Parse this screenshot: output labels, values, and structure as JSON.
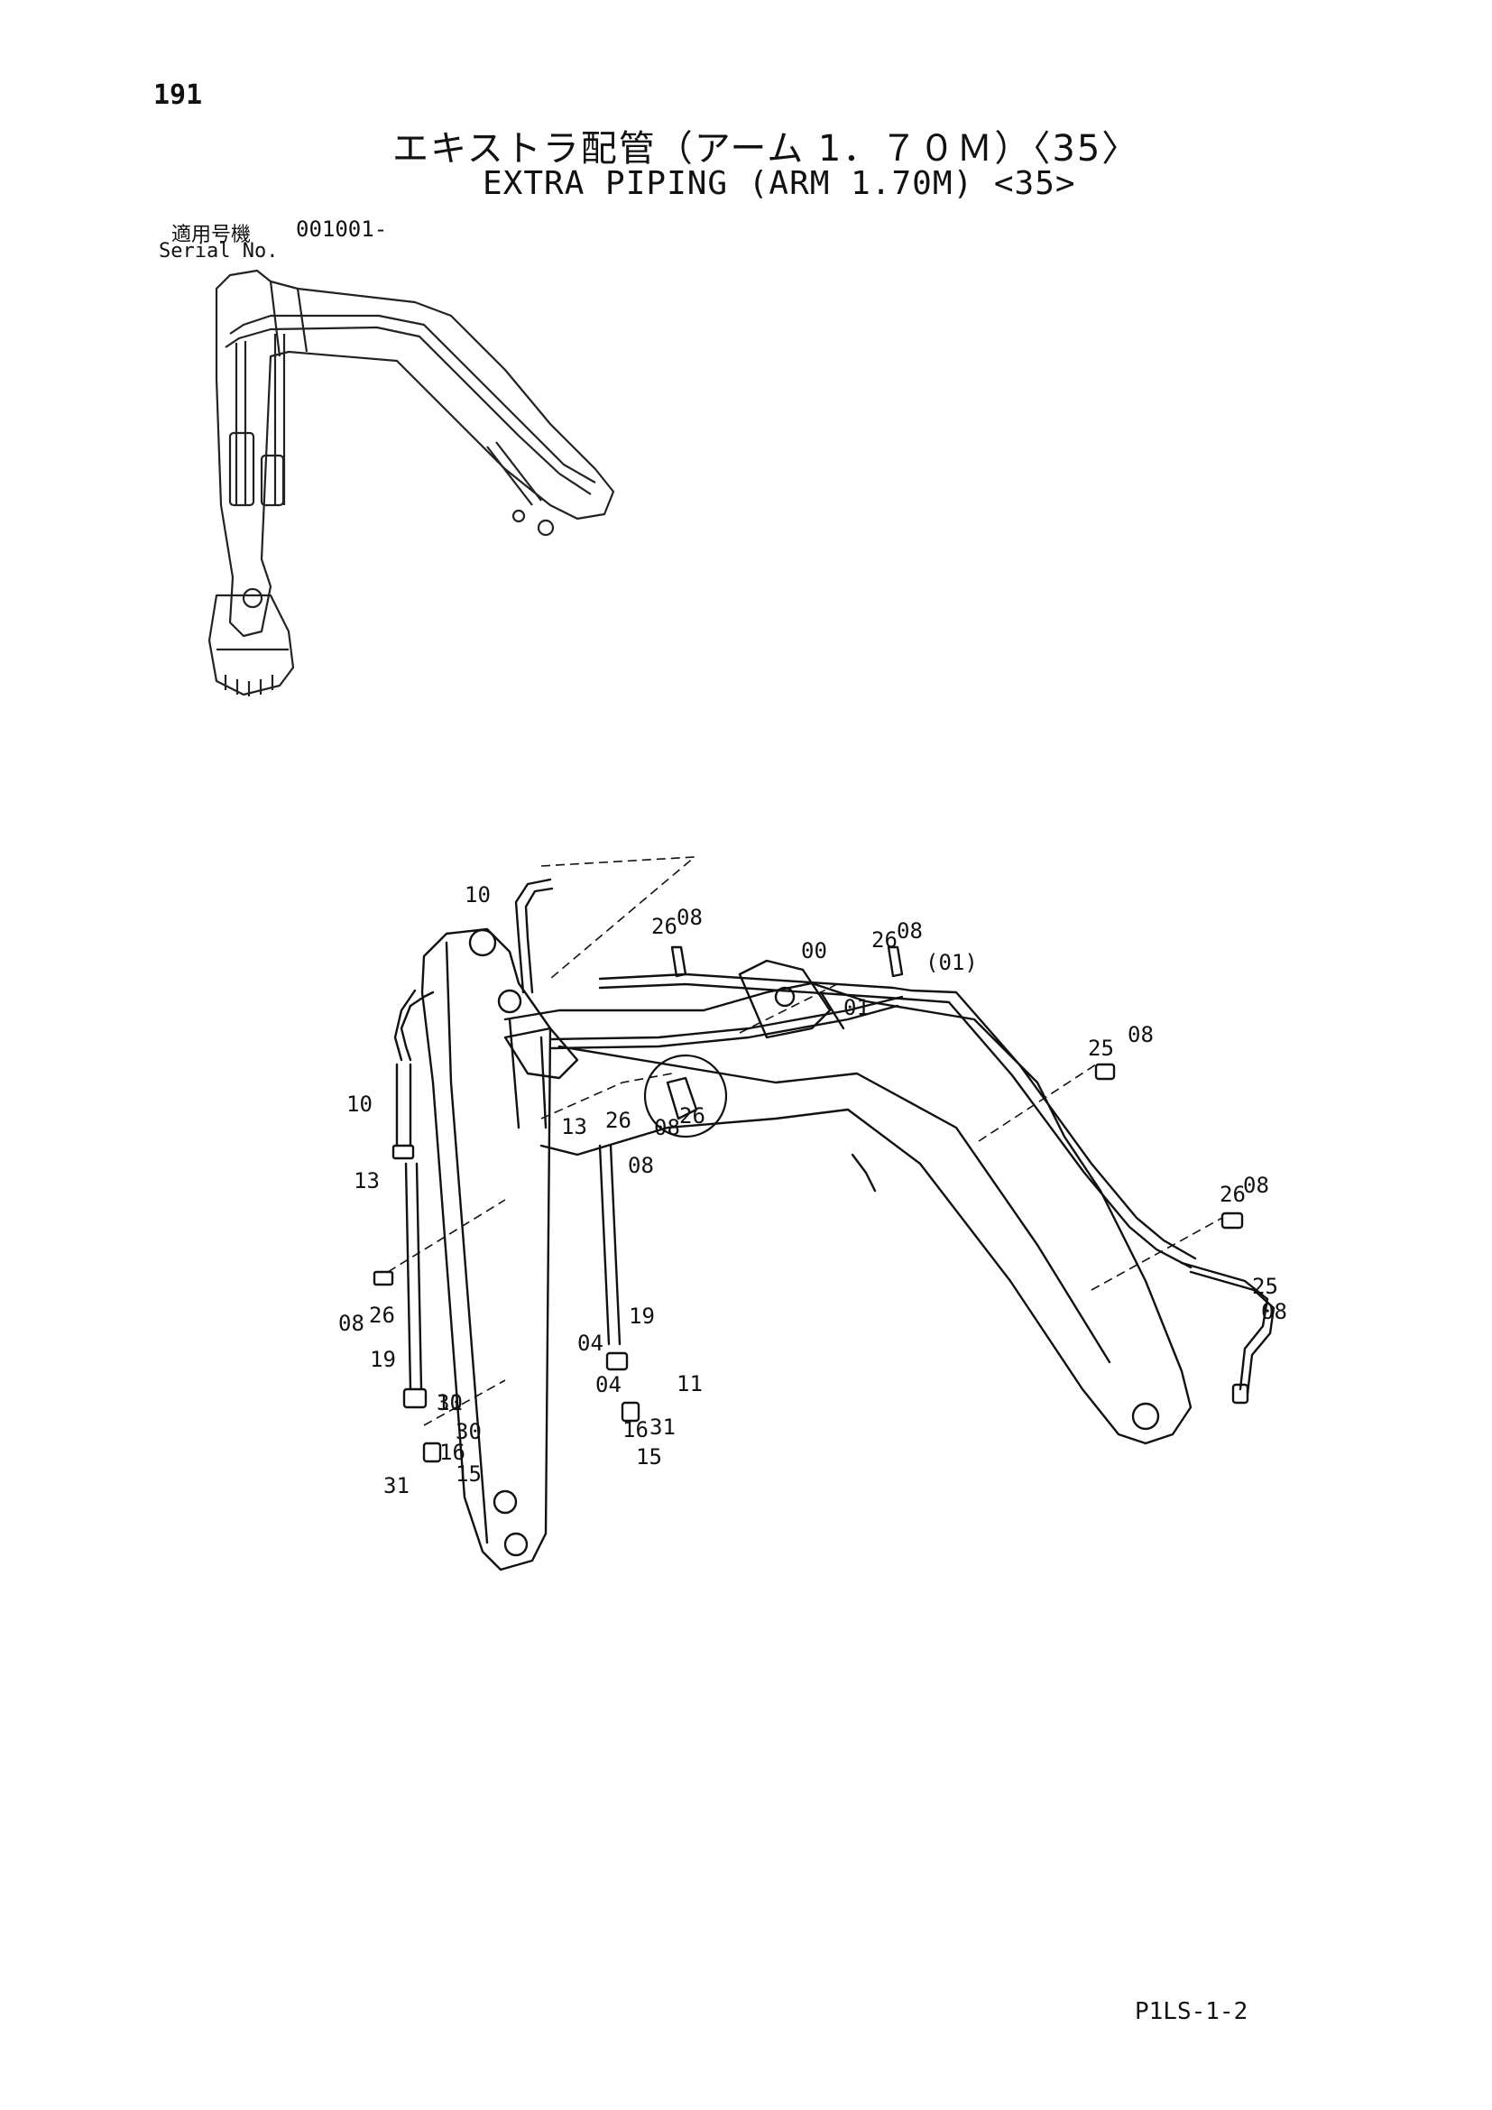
{
  "header": {
    "page_number": "191",
    "title_jp": "エキストラ配管（アーム 1．７０Ｍ）〈35〉",
    "title_en": "EXTRA PIPING (ARM 1.70M) <35>",
    "serial_label_jp": "適用号機",
    "serial_label_en": "Serial No.",
    "serial_value": "001001-"
  },
  "footer": {
    "catalog_code": "P1LS-1-2"
  },
  "diagram": {
    "part_labels": [
      "10",
      "26",
      "08",
      "26",
      "08",
      "00",
      "(01)",
      "01",
      "25",
      "08",
      "10",
      "13",
      "26",
      "08",
      "08",
      "26",
      "13",
      "26",
      "08",
      "25",
      "08",
      "19",
      "19",
      "04",
      "04",
      "30",
      "11",
      "31",
      "16",
      "15",
      "08",
      "26",
      "11",
      "30",
      "16",
      "31",
      "15"
    ]
  }
}
